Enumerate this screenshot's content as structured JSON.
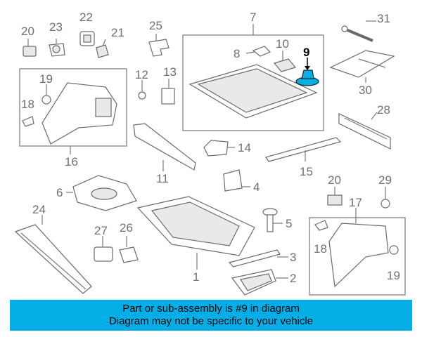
{
  "colors": {
    "banner": "#06aee8",
    "highlight_part": "#06aee8",
    "lines": "#7a7a7a"
  },
  "callouts": {
    "n1": "1",
    "n2": "2",
    "n3": "3",
    "n4": "4",
    "n5": "5",
    "n6": "6",
    "n7": "7",
    "n8": "8",
    "n9": "9",
    "n10": "10",
    "n11": "11",
    "n12": "12",
    "n13": "13",
    "n14": "14",
    "n15": "15",
    "n16": "16",
    "n17": "17",
    "n18a": "18",
    "n18b": "18",
    "n19a": "19",
    "n19b": "19",
    "n20a": "20",
    "n20b": "20",
    "n21": "21",
    "n22": "22",
    "n23": "23",
    "n24": "24",
    "n25": "25",
    "n26": "26",
    "n27": "27",
    "n28": "28",
    "n29": "29",
    "n30": "30",
    "n31": "31"
  },
  "highlighted_part": "9",
  "banner": {
    "line1": "Part or sub-assembly is #9 in diagram",
    "line2": "Diagram may not be specific to your vehicle"
  }
}
